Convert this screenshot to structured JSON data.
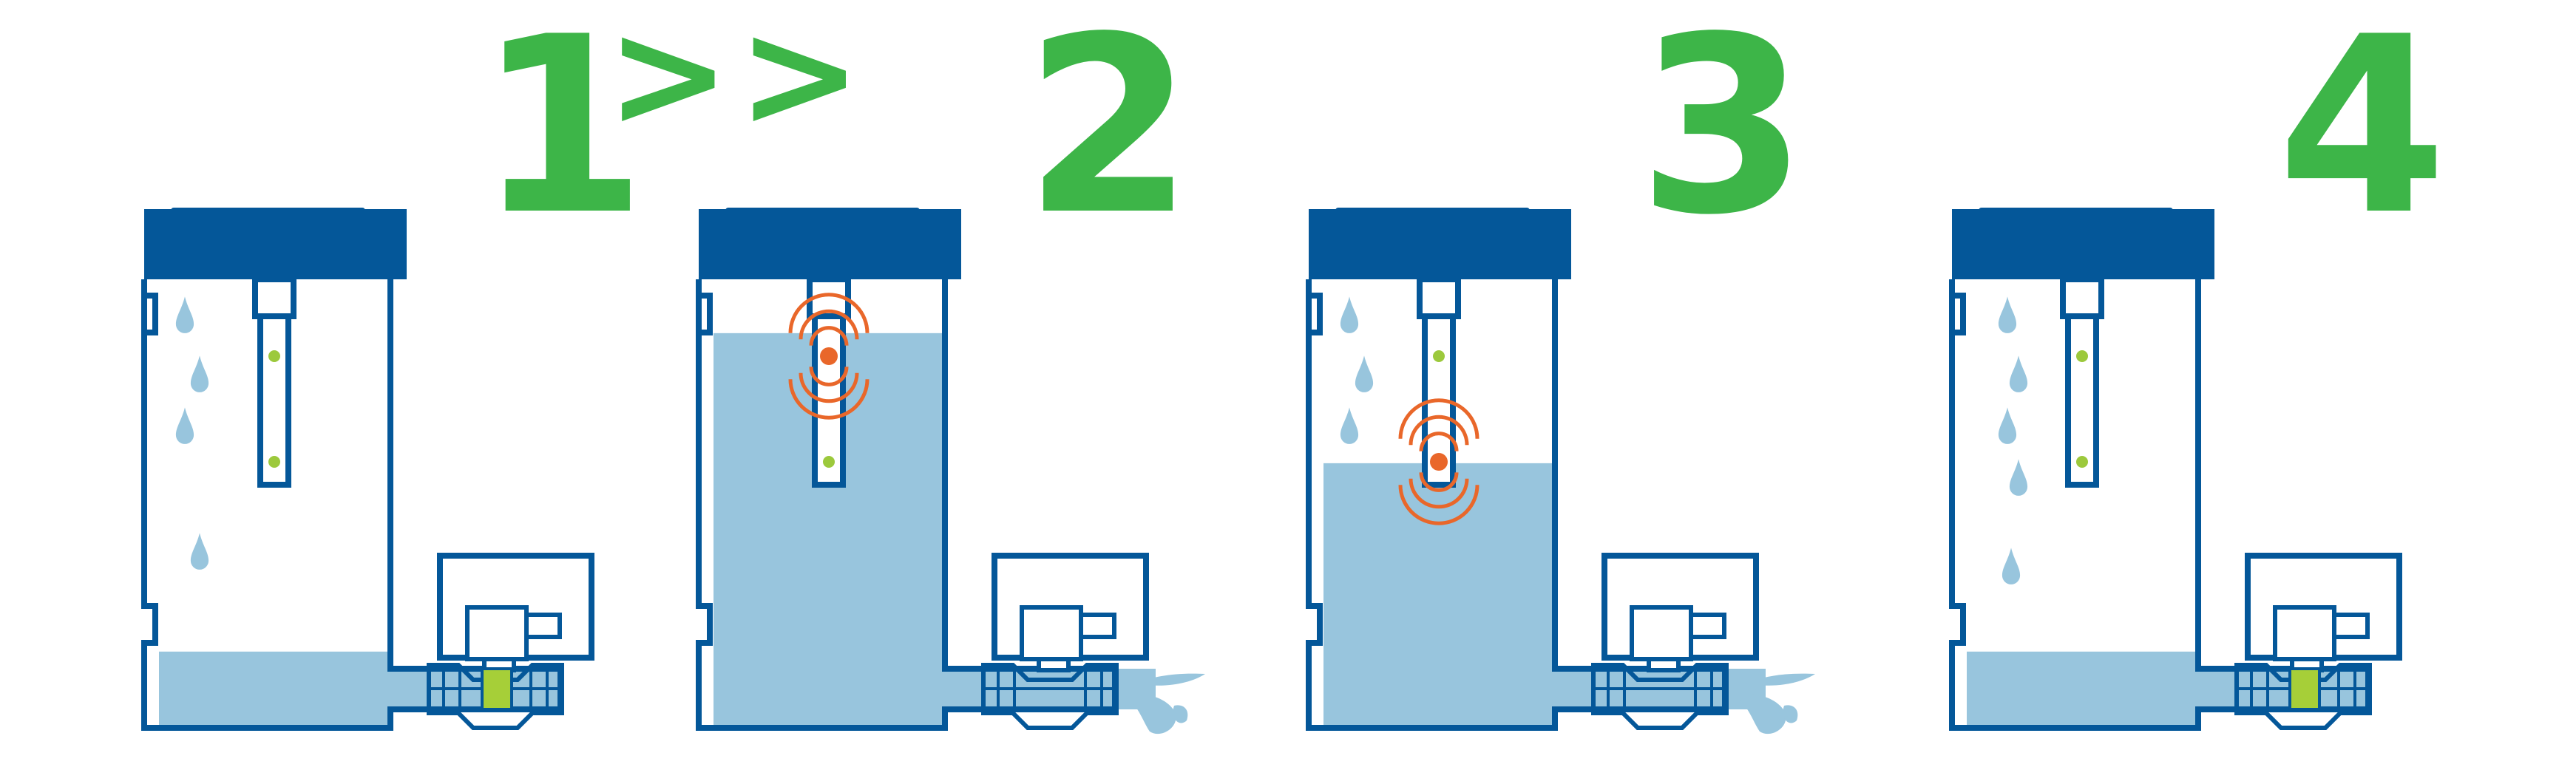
{
  "steps": [
    {
      "number": "1",
      "arrows": ">>",
      "water_level": 0.17,
      "drips": true,
      "valve_open": false,
      "sensor_active": "none",
      "discharge": false
    },
    {
      "number": "2",
      "arrows": "",
      "water_level": 0.88,
      "drips": false,
      "valve_open": true,
      "sensor_active": "upper",
      "discharge": true
    },
    {
      "number": "3",
      "arrows": "",
      "water_level": 0.59,
      "drips": true,
      "valve_open": true,
      "sensor_active": "lower",
      "discharge": true
    },
    {
      "number": "4",
      "arrows": "",
      "water_level": 0.17,
      "drips": true,
      "valve_open": false,
      "sensor_active": "none",
      "discharge": false
    }
  ],
  "colors": {
    "outline": "#045799",
    "water": "#98c5dd",
    "green_label": "#3db548",
    "sensor_dot": "#9cc93c",
    "valve_closed": "#a6cf38",
    "alarm": "#e9672a",
    "background": "#ffffff"
  },
  "icons": [
    "water-drop-icon",
    "level-sensor-icon",
    "solenoid-valve-icon",
    "signal-waves-icon"
  ]
}
